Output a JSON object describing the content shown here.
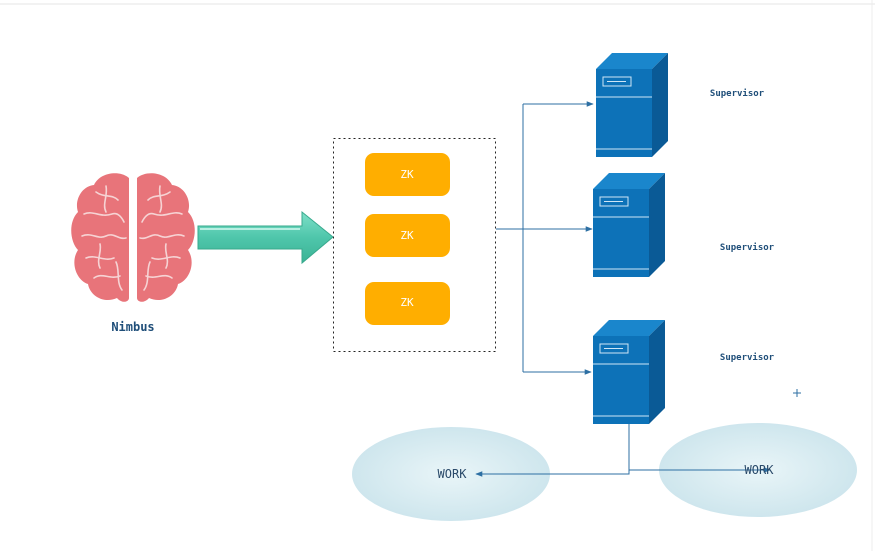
{
  "nimbus": {
    "label": "Nimbus",
    "icon": "brain-icon"
  },
  "zookeeper": {
    "nodes": [
      "ZK",
      "ZK",
      "ZK"
    ]
  },
  "supervisors": [
    {
      "label": "Supervisor",
      "icon": "server-icon"
    },
    {
      "label": "Supervisor",
      "icon": "server-icon"
    },
    {
      "label": "Supervisor",
      "icon": "server-icon"
    }
  ],
  "workers": [
    "WORK",
    "WORK"
  ],
  "colors": {
    "brain": "#e8747a",
    "brain_vein": "#f6d3d4",
    "arrow": "#5fcdb4",
    "zk": "#ffae00",
    "server_front": "#0d72b8",
    "server_side": "#0a5a96",
    "server_top": "#1a86cc",
    "connector": "#2d6fa3",
    "worker": "#d3eaf0",
    "label": "#1f4e79"
  }
}
